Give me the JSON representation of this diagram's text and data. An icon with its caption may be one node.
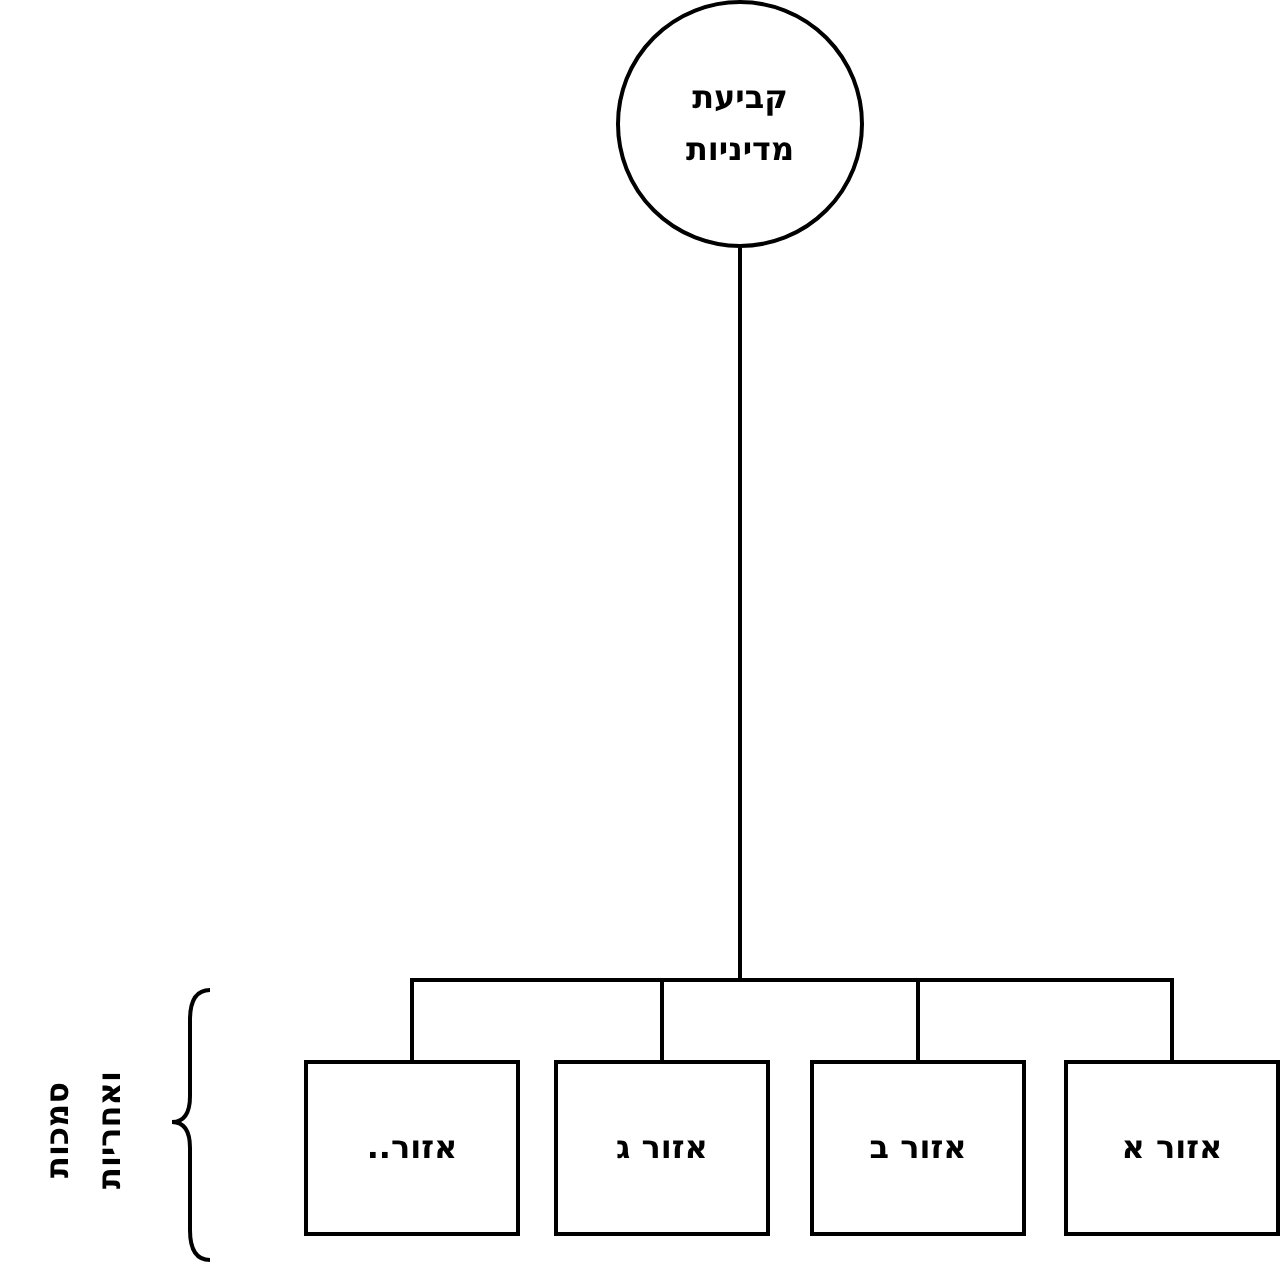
{
  "diagram": {
    "nodes": [
      {
        "text": [
          "קביעת מדיניות"
        ]
      },
      {
        "text": [
          "אזור א"
        ]
      },
      {
        "text": [
          "אזור ב"
        ]
      },
      {
        "text": [
          "אזור ג"
        ]
      },
      {
        "text": [
          "אזור.."
        ]
      }
    ],
    "edges": [
      {
        "from": 0,
        "to": 1,
        "arrow": "none"
      },
      {
        "from": 0,
        "to": 2,
        "arrow": "none"
      },
      {
        "from": 0,
        "to": 3,
        "arrow": "none"
      },
      {
        "from": 0,
        "to": 4,
        "arrow": "none"
      }
    ],
    "labels": [
      "סמכות ואחריות"
    ]
  }
}
